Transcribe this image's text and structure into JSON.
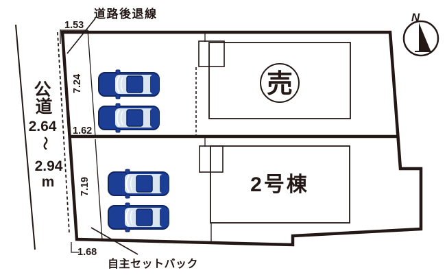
{
  "plan": {
    "road": {
      "kanji": [
        "公",
        "道"
      ],
      "range_min": "2.64",
      "tilde": "～",
      "range_max": "2.94",
      "unit": "m"
    },
    "annotations": {
      "road_setback": "道路後退線",
      "self_setback": "自主セットバック"
    },
    "dimensions": {
      "top_width": "1.53",
      "lot1_depth": "7.24",
      "middle_width": "1.62",
      "lot2_depth": "7.19",
      "bottom_width": "1.68"
    },
    "lot1": {
      "building_label": "売"
    },
    "lot2": {
      "building_label": "2号棟"
    },
    "compass": {
      "north_label": "N"
    },
    "colors": {
      "line": "#231815",
      "car_body": "#1d3e95",
      "car_outline": "#0e2562",
      "car_glass": "#d9e5f1"
    }
  }
}
